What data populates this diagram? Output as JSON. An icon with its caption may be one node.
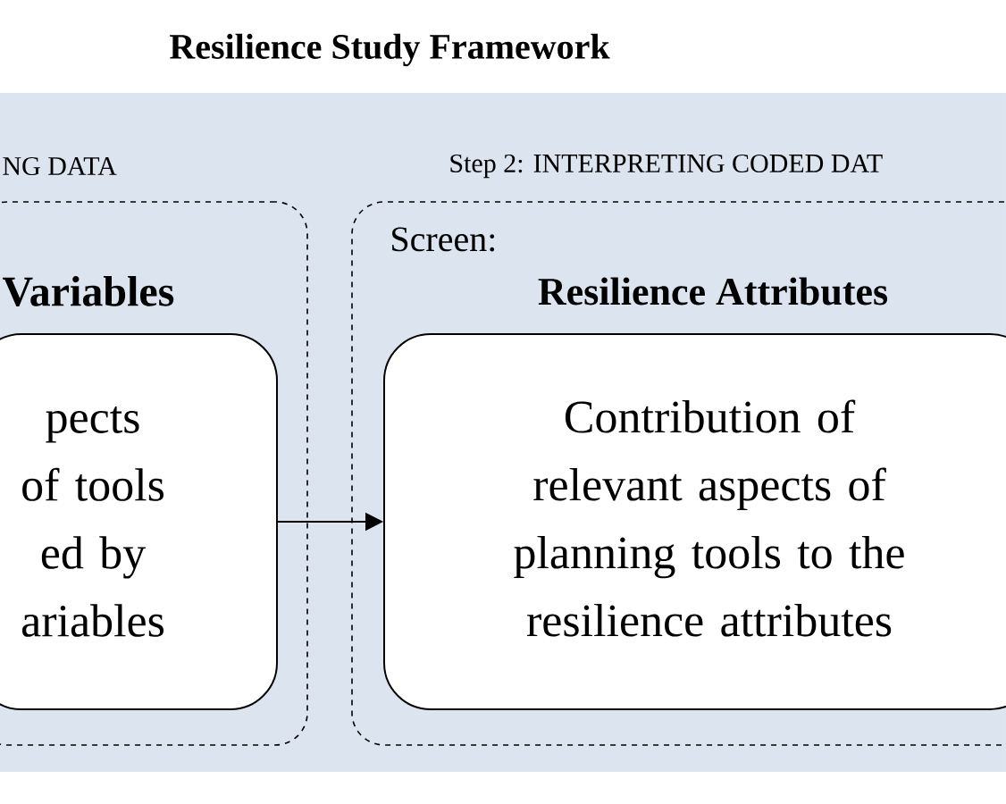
{
  "diagram": {
    "title": "Resilience Study Framework",
    "nodes": [
      {
        "text": [
          "NG DATA",
          "Variables"
        ]
      },
      {
        "text": [
          "pects of tools ed by ariables"
        ],
        "in": 0
      },
      {
        "text": [
          "Step 2: INTERPRETING CODED DAT",
          "Screen:",
          "Resilience Attributes"
        ]
      },
      {
        "text": [
          "Contribution of relevant aspects of planning tools to the resilience attributes"
        ],
        "in": 2
      }
    ],
    "edges": [
      {
        "from": 1,
        "to": 3,
        "arrow": "to"
      }
    ]
  }
}
